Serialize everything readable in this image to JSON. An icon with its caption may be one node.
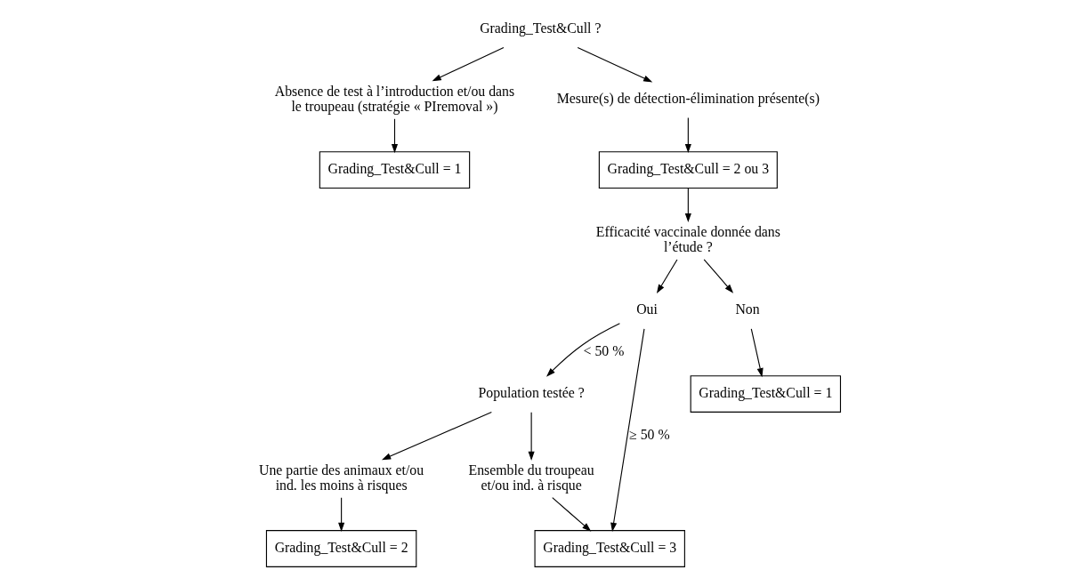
{
  "diagram": {
    "nodes": [
      {
        "text": [
          "Grading_Test&Cull ?"
        ]
      },
      {
        "text": [
          "Absence de test à l’introduction et/ou dans le troupeau (stratégie « PIremoval »)"
        ]
      },
      {
        "text": [
          "Grading_Test&Cull = 1"
        ]
      },
      {
        "text": [
          "Mesure(s) de détection-élimination présente(s)"
        ]
      },
      {
        "text": [
          "Grading_Test&Cull = 2 ou 3"
        ]
      },
      {
        "text": [
          "Efficacité vaccinale donnée dans l’étude ?"
        ]
      },
      {
        "text": [
          "Oui"
        ]
      },
      {
        "text": [
          "Population testée ?"
        ]
      },
      {
        "text": [
          "Une partie des animaux et/ou ind. les moins à risques"
        ]
      },
      {
        "text": [
          "Ensemble du troupeau et/ou ind. à risque"
        ]
      },
      {
        "text": [
          "Non"
        ]
      },
      {
        "text": [
          "Grading_Test&Cull = 1"
        ]
      },
      {
        "text": [
          "Grading_Test&Cull = 3"
        ]
      },
      {
        "text": [
          "Grading_Test&Cull = 2"
        ]
      }
    ],
    "edges": [
      {
        "from": 0,
        "to": 1,
        "arrow": "to"
      },
      {
        "from": 0,
        "to": 3,
        "arrow": "to"
      },
      {
        "from": 1,
        "to": 2,
        "arrow": "to"
      },
      {
        "from": 3,
        "to": 4,
        "arrow": "to"
      },
      {
        "from": 4,
        "to": 5,
        "arrow": "to"
      },
      {
        "from": 5,
        "to": 6,
        "arrow": "to"
      },
      {
        "from": 5,
        "to": 10,
        "arrow": "to"
      },
      {
        "from": 10,
        "to": 11,
        "arrow": "to"
      },
      {
        "from": 6,
        "to": 7,
        "arrow": "to",
        "label": "< 50 %"
      },
      {
        "from": 7,
        "to": 8,
        "arrow": "to"
      },
      {
        "from": 7,
        "to": 9,
        "arrow": "to"
      },
      {
        "from": 6,
        "to": 12,
        "arrow": "to",
        "label": "≥ 50 %"
      },
      {
        "from": 9,
        "to": 12,
        "arrow": "to"
      },
      {
        "from": 8,
        "to": 13,
        "arrow": "to"
      }
    ]
  }
}
